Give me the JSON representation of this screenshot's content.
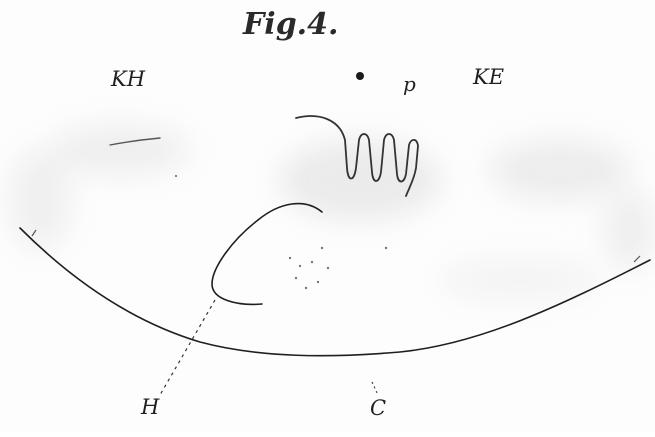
{
  "figure": {
    "title": "Fig.4.",
    "labels": {
      "kh": "KH",
      "ke": "KE",
      "p": "p",
      "h": "H",
      "c": "C"
    }
  },
  "colors": {
    "ink": "#1f1f1f",
    "paper": "#fdfdfd",
    "smudge": "#e2e2e2"
  }
}
